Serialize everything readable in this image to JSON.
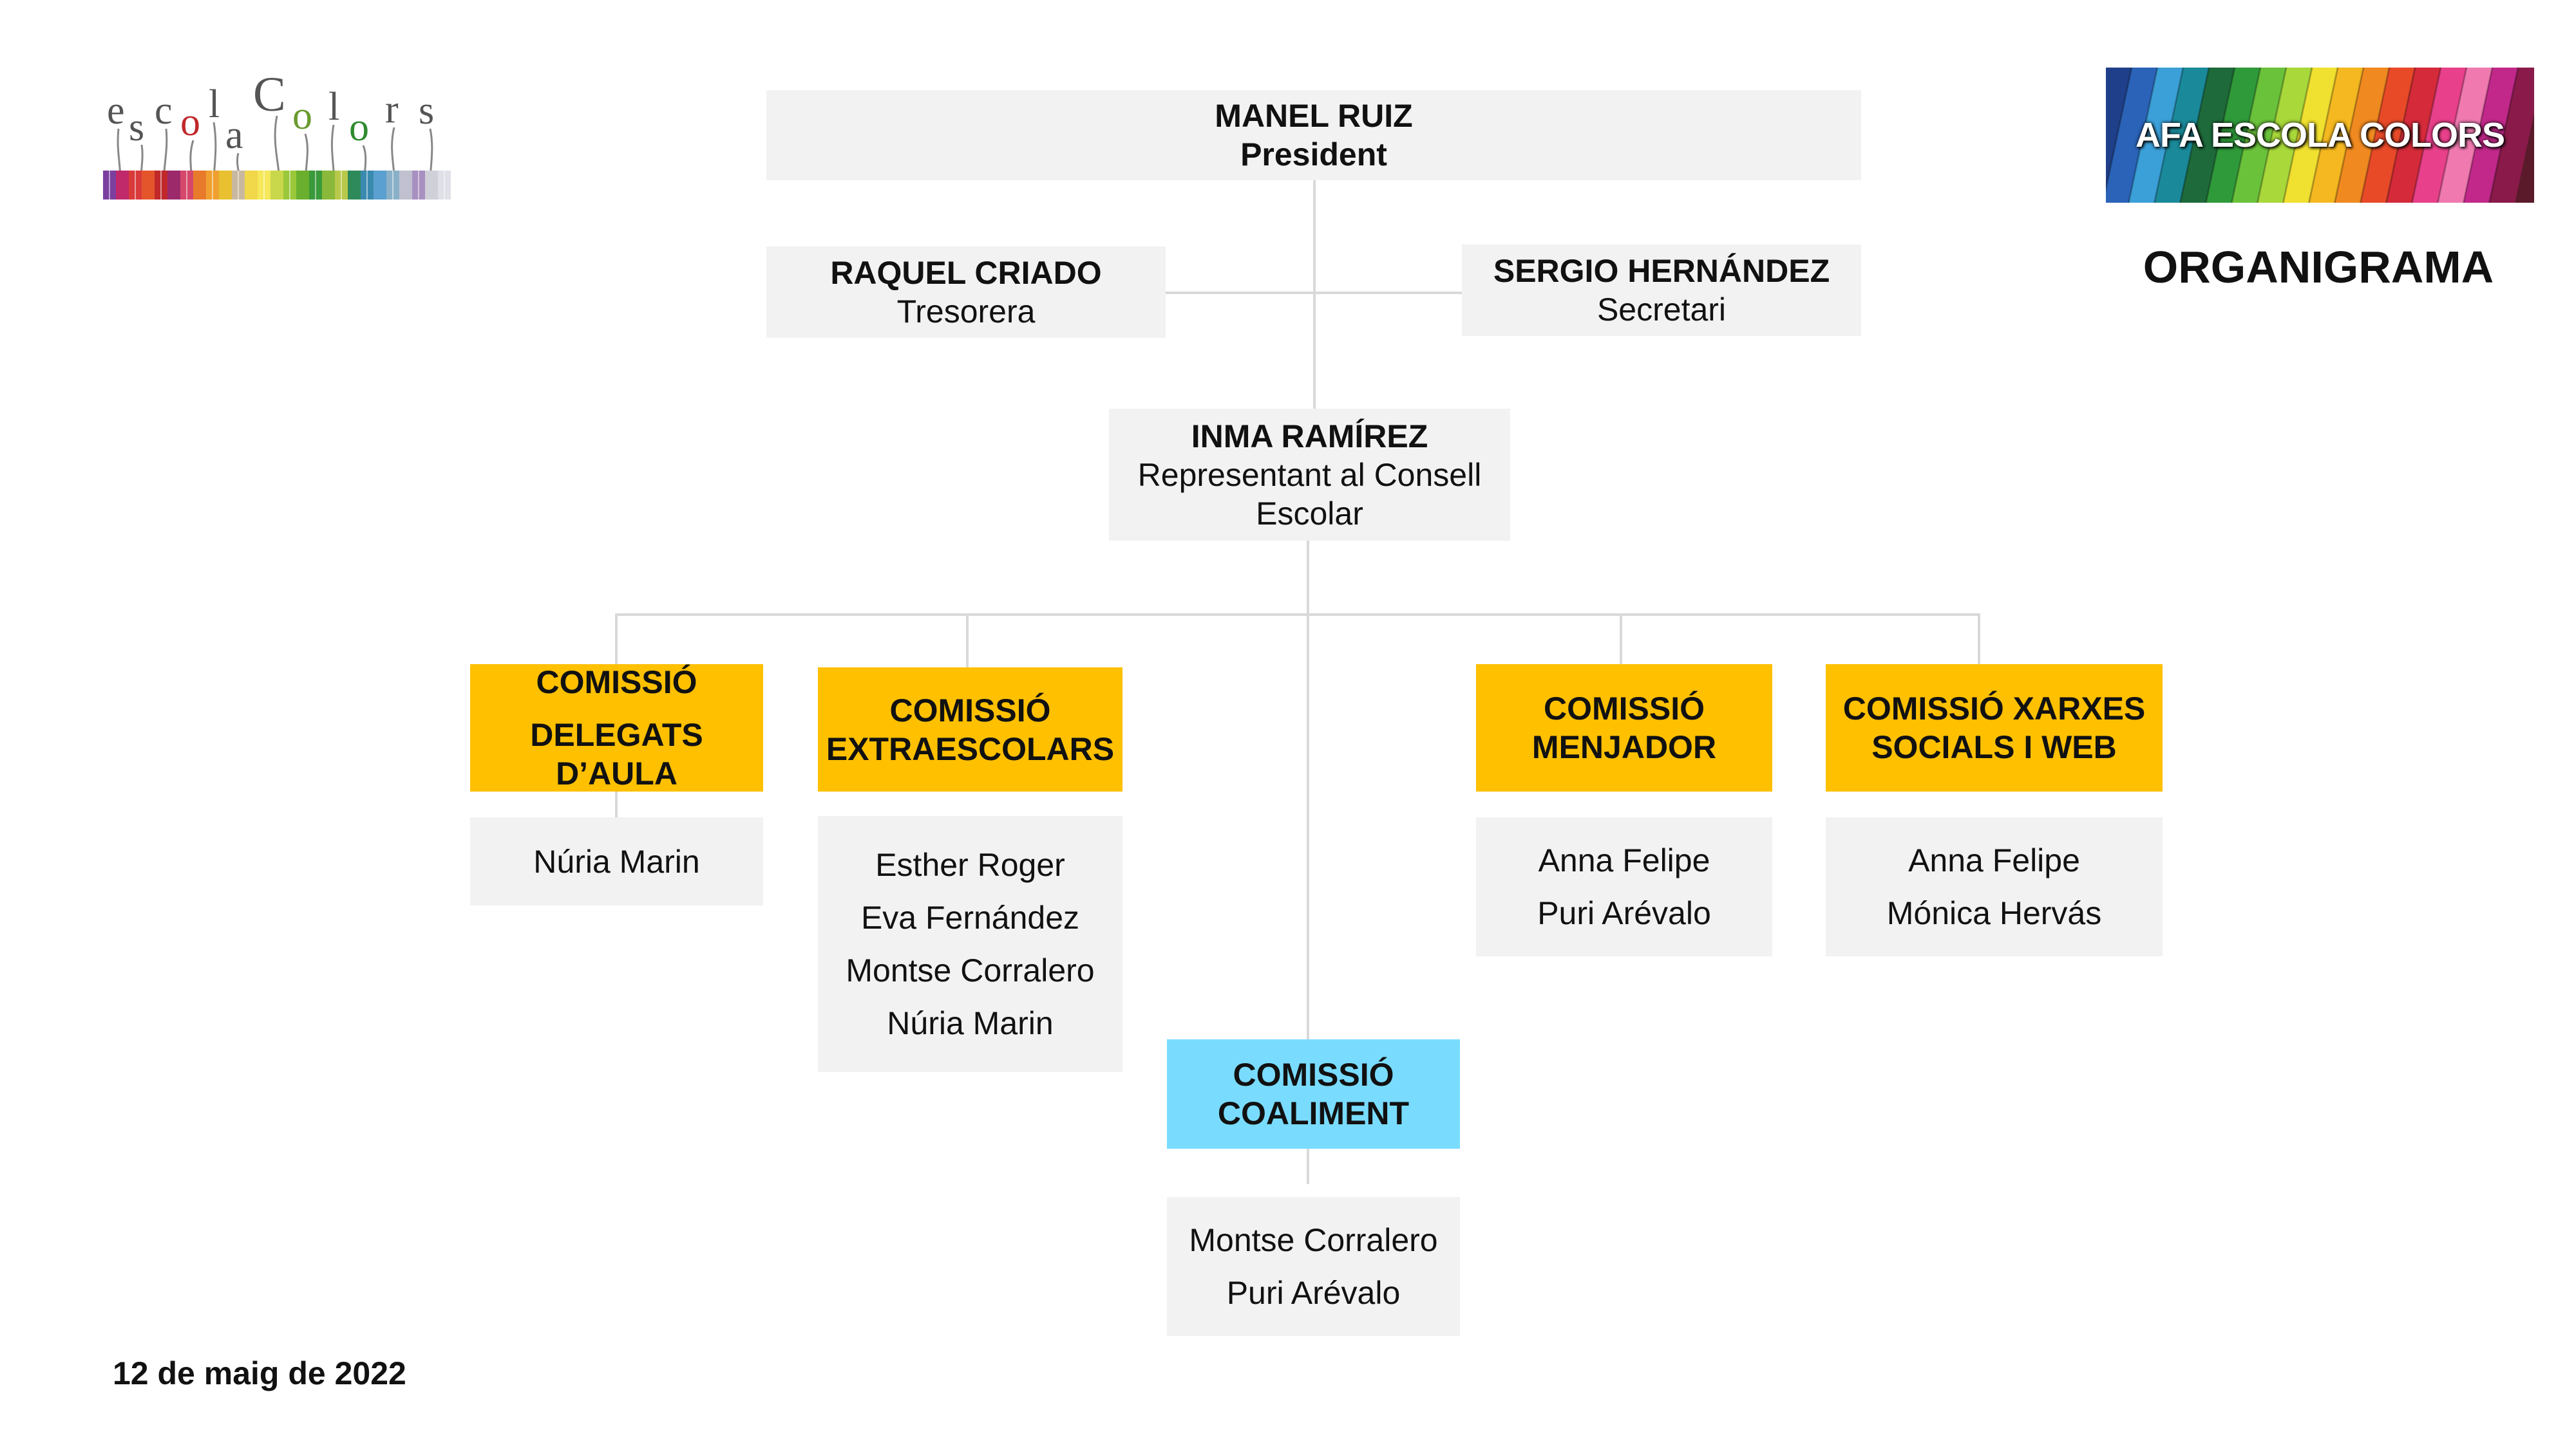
{
  "header": {
    "title": "ORGANIGRAMA",
    "logo_left_text": "escola Colors",
    "logo_right_text": "AFA ESCOLA COLORS"
  },
  "nodes": {
    "president": {
      "name": "MANEL RUIZ",
      "role": "President"
    },
    "treasurer": {
      "name": "RAQUEL CRIADO",
      "role": "Tresorera"
    },
    "secretary": {
      "name": "SERGIO HERNÁNDEZ",
      "role": "Secretari"
    },
    "council_rep": {
      "name": "INMA RAMÍREZ",
      "role": "Representant al Consell Escolar"
    }
  },
  "committees": [
    {
      "title_line1": "COMISSIÓ",
      "title_line2": "DELEGATS D’AULA",
      "members": [
        "Núria Marin"
      ]
    },
    {
      "title_line1": "COMISSIÓ",
      "title_line2": "EXTRAESCOLARS",
      "members": [
        "Esther Roger",
        "Eva Fernández",
        "Montse Corralero",
        "Núria Marin"
      ]
    },
    {
      "title_line1": "COMISSIÓ",
      "title_line2": "COALIMENT",
      "members": [
        "Montse Corralero",
        "Puri Arévalo"
      ]
    },
    {
      "title_line1": "COMISSIÓ",
      "title_line2": "MENJADOR",
      "members": [
        "Anna Felipe",
        "Puri Arévalo"
      ]
    },
    {
      "title_line1": "COMISSIÓ XARXES",
      "title_line2": "SOCIALS I WEB",
      "members": [
        "Anna Felipe",
        "Mónica Hervás"
      ]
    }
  ],
  "footer": {
    "date": "12 de maig de 2022"
  },
  "colors": {
    "committee": "#ffc000",
    "committee_highlight": "#79dcff",
    "box": "#f2f2f2",
    "connector": "#d9d9d9"
  }
}
